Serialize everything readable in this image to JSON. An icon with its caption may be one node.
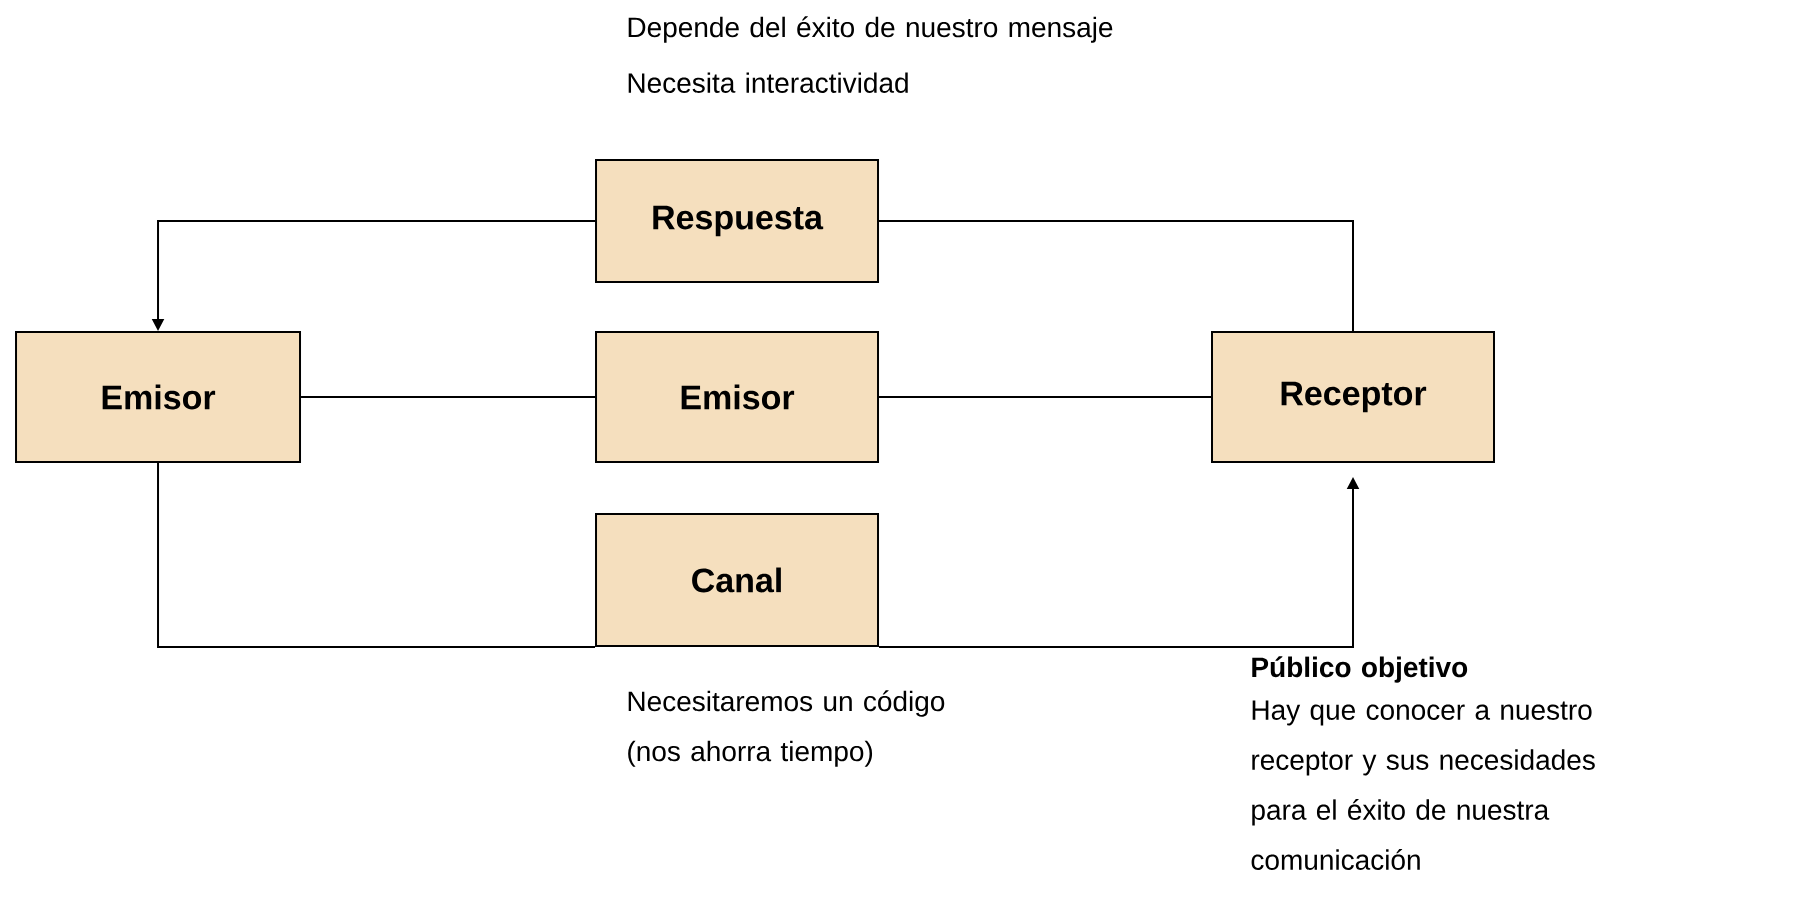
{
  "diagram": {
    "nodes": [
      {
        "text": [
          "Emisor"
        ]
      },
      {
        "text": [
          "Emisor"
        ]
      },
      {
        "text": [
          "Receptor"
        ],
        "beside": [
          "Público objetivo",
          "Hay que conocer a nuestro receptor y sus necesidades para el éxito de nuestra comunicación"
        ]
      },
      {
        "text": [
          "Respuesta"
        ],
        "beside": [
          "Depende del éxito de nuestro mensaje",
          "Necesita interactividad"
        ]
      },
      {
        "text": [
          "Canal"
        ],
        "beside": [
          "Necesitaremos un código (nos ahorra tiempo)"
        ]
      }
    ],
    "edges": [
      {
        "from": 0,
        "to": 1,
        "arrow": "none"
      },
      {
        "from": 1,
        "to": 2,
        "arrow": "none"
      },
      {
        "from": 2,
        "to": 3,
        "arrow": "none"
      },
      {
        "from": 3,
        "to": 0,
        "arrow": "to"
      },
      {
        "from": 0,
        "to": 4,
        "arrow": "none"
      },
      {
        "from": 4,
        "to": 2,
        "arrow": "to"
      }
    ]
  }
}
